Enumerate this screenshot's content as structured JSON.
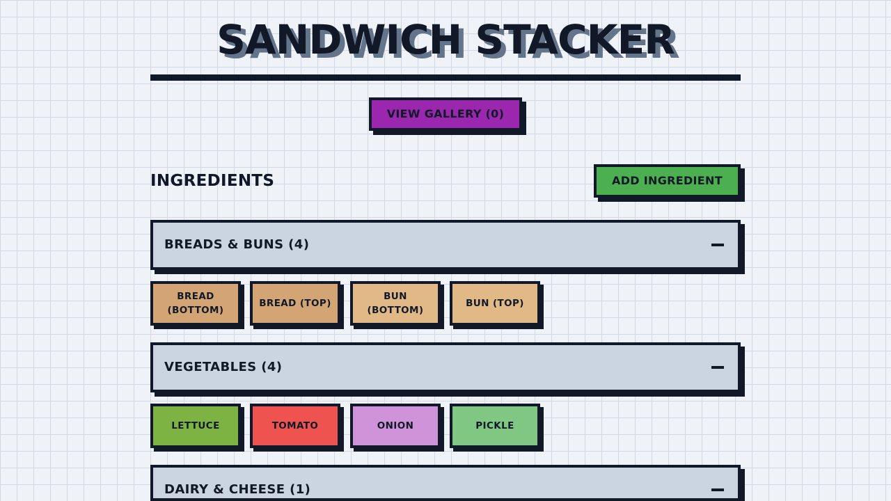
{
  "header": {
    "title": "SANDWICH STACKER"
  },
  "gallery_button": {
    "label": "VIEW GALLERY (0)",
    "color": "#9b27af"
  },
  "ingredients": {
    "title": "INGREDIENTS",
    "add_button_label": "ADD INGREDIENT",
    "add_button_color": "#4caf50"
  },
  "categories": [
    {
      "label": "BREADS & BUNS (4)",
      "toggle_icon": "minus-icon",
      "items": [
        {
          "label": "BREAD (BOTTOM)",
          "color": "#d4a574"
        },
        {
          "label": "BREAD (TOP)",
          "color": "#d4a574"
        },
        {
          "label": "BUN (BOTTOM)",
          "color": "#e0b987"
        },
        {
          "label": "BUN (TOP)",
          "color": "#e0b987"
        }
      ]
    },
    {
      "label": "VEGETABLES (4)",
      "toggle_icon": "minus-icon",
      "items": [
        {
          "label": "LETTUCE",
          "color": "#7cb342"
        },
        {
          "label": "TOMATO",
          "color": "#ef5350"
        },
        {
          "label": "ONION",
          "color": "#ce93d8"
        },
        {
          "label": "PICKLE",
          "color": "#81c784"
        }
      ]
    },
    {
      "label": "DAIRY & CHEESE (1)",
      "toggle_icon": "minus-icon",
      "items": []
    }
  ]
}
